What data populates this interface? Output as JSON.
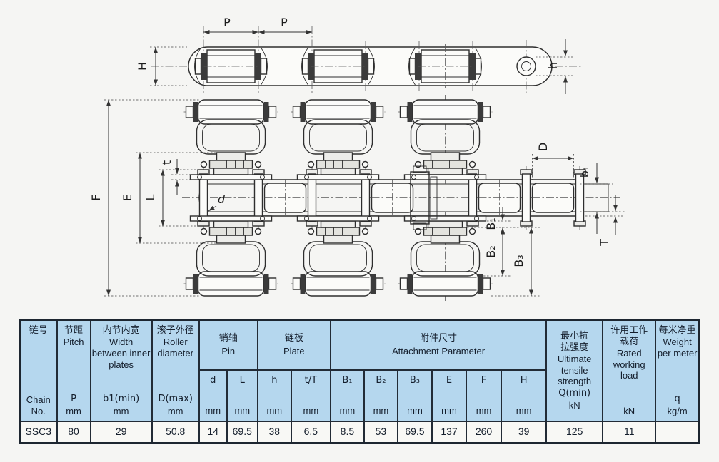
{
  "diagram": {
    "labels": {
      "P1": "P",
      "P2": "P",
      "H": "H",
      "h": "h",
      "F": "F",
      "E": "E",
      "L": "L",
      "t": "t",
      "d": "d",
      "D": "D",
      "b1": "b₁",
      "T": "T",
      "B1": "B₁",
      "B2": "B₂",
      "B3": "B₃"
    }
  },
  "table": {
    "groups": {
      "pin": {
        "zh": "销轴",
        "en": "Pin"
      },
      "plate": {
        "zh": "链板",
        "en": "Plate"
      },
      "attachment": {
        "zh": "附件尺寸",
        "en": "Attachment Parameter"
      }
    },
    "cols": {
      "chain_no": {
        "zh": "链号",
        "en": "Chain No."
      },
      "pitch": {
        "zh": "节距",
        "en": "Pitch",
        "sym": "P",
        "unit": "mm"
      },
      "inner_width": {
        "zh": "内节内宽",
        "en": "Width between inner plates",
        "sym": "b1(min)",
        "unit": "mm"
      },
      "roller_dia": {
        "zh": "滚子外径",
        "en": "Roller diameter",
        "sym": "D(max)",
        "unit": "mm"
      },
      "tensile": {
        "zh": "最小抗拉强度",
        "en": "Ultimate tensile strength",
        "sym": "Q(min)",
        "unit": "kN"
      },
      "work_load": {
        "zh": "许用工作载荷",
        "en": "Rated working load",
        "unit": "kN"
      },
      "weight": {
        "zh": "每米净重",
        "en": "Weight per meter",
        "sym": "q",
        "unit": "kg/m"
      }
    },
    "subcols": [
      {
        "sym": "d",
        "unit": "mm"
      },
      {
        "sym": "L",
        "unit": "mm"
      },
      {
        "sym": "h",
        "unit": "mm"
      },
      {
        "sym": "t/T",
        "unit": "mm"
      },
      {
        "sym": "B₁",
        "unit": "mm"
      },
      {
        "sym": "B₂",
        "unit": "mm"
      },
      {
        "sym": "B₃",
        "unit": "mm"
      },
      {
        "sym": "E",
        "unit": "mm"
      },
      {
        "sym": "F",
        "unit": "mm"
      },
      {
        "sym": "H",
        "unit": "mm"
      }
    ],
    "row": {
      "chain_no": "SSC3",
      "pitch": "80",
      "inner_width": "29",
      "roller_dia": "50.8",
      "d": "14",
      "L": "69.5",
      "h": "38",
      "tT": "6.5",
      "B1": "8.5",
      "B2": "53",
      "B3": "69.5",
      "E": "137",
      "F": "260",
      "H": "39",
      "tensile": "125",
      "work_load": "11",
      "weight": ""
    }
  }
}
